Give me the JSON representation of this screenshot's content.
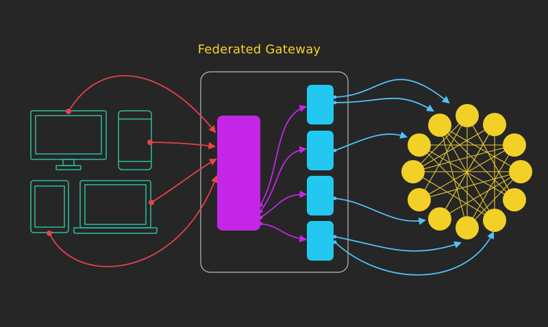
{
  "title": "Federated Gateway",
  "colors": {
    "background": "#262626",
    "devices": "#2bbf9f",
    "client_links": "#e8424b",
    "router": "#c426e8",
    "router_links": "#c426e8",
    "subgraphs": "#23c8f0",
    "subgraph_links": "#4fc3f7",
    "services": "#f2d027",
    "service_mesh": "#e8c832",
    "gateway_border": "#bdbdbd"
  },
  "devices": [
    {
      "name": "desktop-monitor-icon"
    },
    {
      "name": "phone-icon"
    },
    {
      "name": "tablet-icon"
    },
    {
      "name": "laptop-icon"
    }
  ],
  "subgraph_count": 4,
  "service_count": 12
}
